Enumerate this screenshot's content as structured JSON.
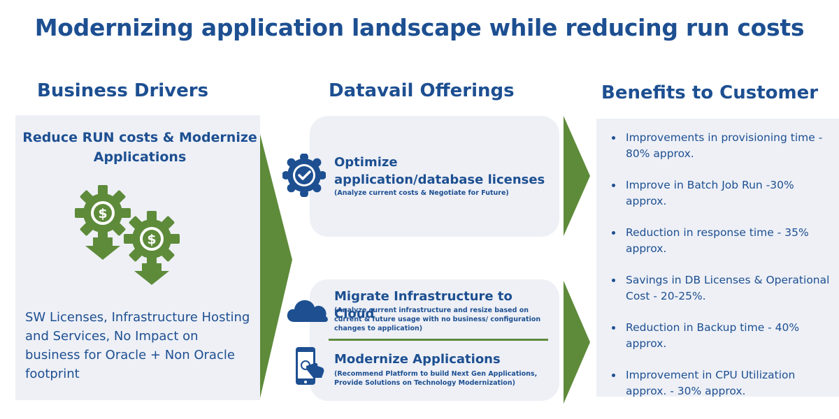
{
  "title": "Modernizing application landscape while reducing run costs",
  "columns": {
    "drivers": "Business Drivers",
    "offerings": "Datavail Offerings",
    "benefits": "Benefits to Customer"
  },
  "drivers": {
    "heading": "Reduce RUN costs & Modernize Applications",
    "description": "SW Licenses, Infrastructure Hosting and Services, No Impact on business for Oracle + Non Oracle footprint"
  },
  "offerings": [
    {
      "title": "Optimize application/database licenses",
      "subtitle": "(Analyze current costs & Negotiate for Future)"
    },
    {
      "title": "Migrate Infrastructure to Cloud",
      "subtitle": "(Analyze current infrastructure and resize based on current & future usage with no business/ configuration changes to application)"
    },
    {
      "title": "Modernize Applications",
      "subtitle": "(Recommend Platform to build Next Gen Applications, Provide Solutions on Technology Modernization)"
    }
  ],
  "benefits": [
    "Improvements in provisioning time - 80% approx.",
    "Improve in Batch Job Run -30% approx.",
    "Reduction in response time - 35% approx.",
    "Savings in DB Licenses & Operational Cost - 20-25%.",
    "Reduction in Backup time - 40% approx.",
    "Improvement in CPU Utilization approx. - 30% approx."
  ],
  "colors": {
    "primary": "#1d4f91",
    "accent_green": "#5e8b3a",
    "panel_bg": "#eef0f6"
  },
  "icons": [
    "dollar-gear-down-icon",
    "verified-badge-icon",
    "cloud-icon",
    "mobile-touch-icon"
  ]
}
